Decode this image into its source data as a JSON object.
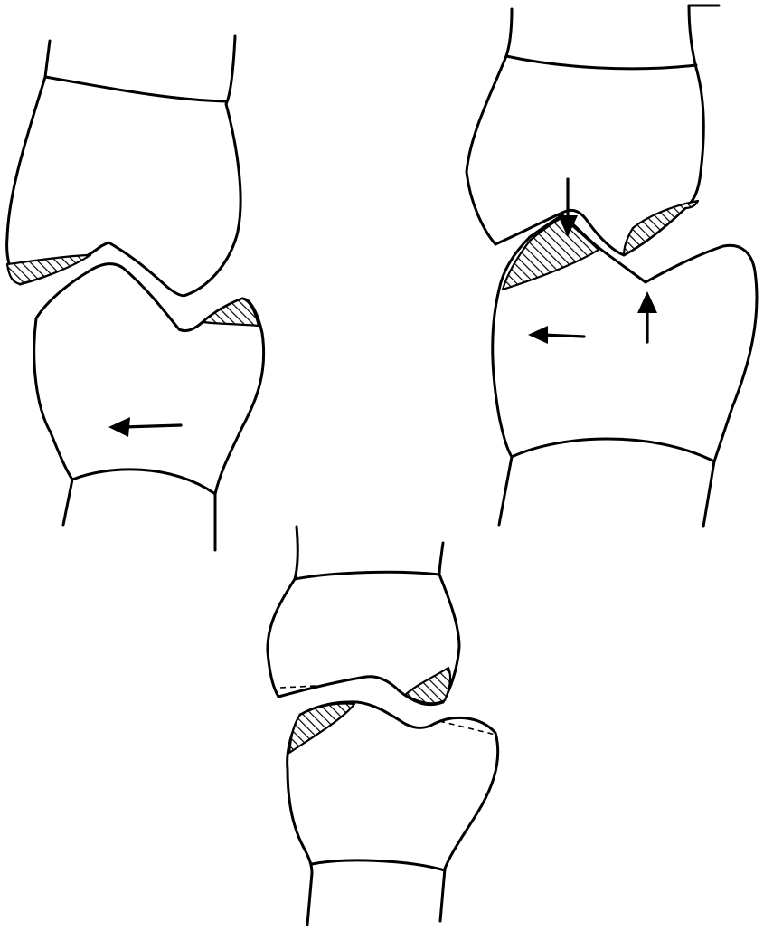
{
  "figure": {
    "panels": [
      {
        "id": "top-left",
        "arrows": [
          "left"
        ]
      },
      {
        "id": "top-right",
        "arrows": [
          "down",
          "left",
          "up"
        ]
      },
      {
        "id": "bottom-center",
        "arrows": []
      }
    ],
    "colors": {
      "ink": "#000000",
      "paper": "#ffffff"
    }
  }
}
